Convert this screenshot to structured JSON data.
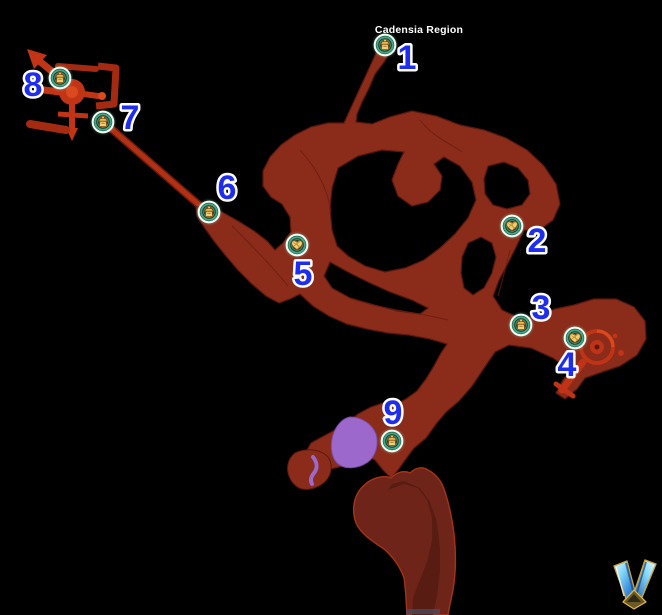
{
  "region_label": "Cadensia Region",
  "map": {
    "background_color": "#000000",
    "landmass_color": "#8b2b1a",
    "landmass_dark_color": "#6f241a",
    "bright_structure_color": "#bf3316",
    "lake_color": "#9d68cc",
    "marker_ring_color": "#eefff5",
    "marker_teal_color": "#43a583",
    "marker_fill_color": "#1c4634",
    "marker_icon_gold": "#f2cf72",
    "number_color": "#1f2dee",
    "number_outline_color": "#ffffff"
  },
  "markers": [
    {
      "label": "1",
      "icon": "container-icon"
    },
    {
      "label": "2",
      "icon": "gem-icon"
    },
    {
      "label": "3",
      "icon": "container-icon"
    },
    {
      "label": "4",
      "icon": "gem-icon"
    },
    {
      "label": "5",
      "icon": "gem-icon"
    },
    {
      "label": "6",
      "icon": "container-icon"
    },
    {
      "label": "7",
      "icon": "container-icon"
    },
    {
      "label": "8",
      "icon": "container-icon"
    },
    {
      "label": "9",
      "icon": "container-icon"
    }
  ],
  "logo": {
    "name": "v-emblem"
  }
}
